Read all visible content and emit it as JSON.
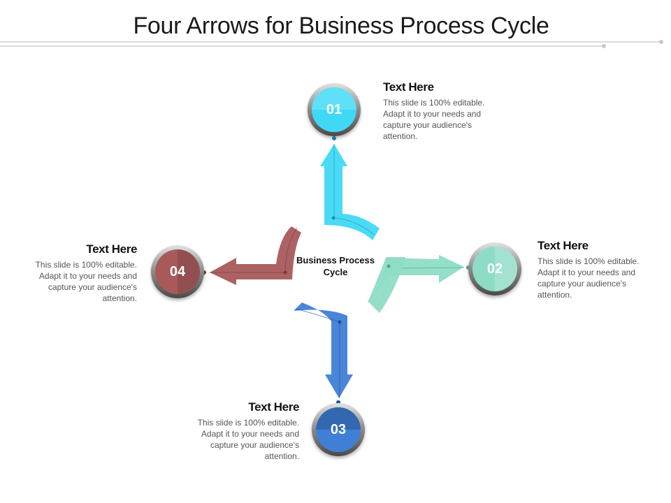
{
  "title": "Four Arrows for Business Process Cycle",
  "center_label": "Business Process Cycle",
  "colors": {
    "step1": "#3fd9f5",
    "step2": "#8fdcc6",
    "step3": "#3f7fd6",
    "step4": "#a85a5a"
  },
  "steps": [
    {
      "number": "01",
      "heading": "Text Here",
      "body": "This slide is 100% editable. Adapt it to your needs and capture your audience's attention."
    },
    {
      "number": "02",
      "heading": "Text Here",
      "body": "This slide is 100% editable. Adapt it to your needs and capture your audience's attention."
    },
    {
      "number": "03",
      "heading": "Text Here",
      "body": "This slide is 100% editable. Adapt it to your needs and capture your audience's attention."
    },
    {
      "number": "04",
      "heading": "Text Here",
      "body": "This slide is 100% editable. Adapt it to your needs and capture your audience's attention."
    }
  ]
}
